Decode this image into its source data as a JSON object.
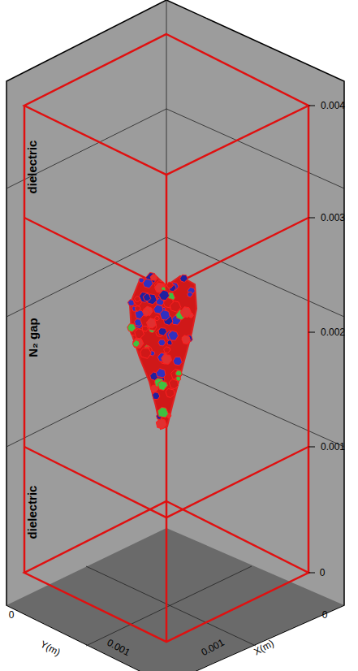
{
  "diagram": {
    "labels": [
      "dielectric",
      "N₂ gap",
      "dielectric",
      "0.004",
      "0.003",
      "0.002",
      "0.001",
      "0",
      "0",
      "Y(m)",
      "0.001",
      "0.001",
      "X(m)",
      "0"
    ]
  }
}
